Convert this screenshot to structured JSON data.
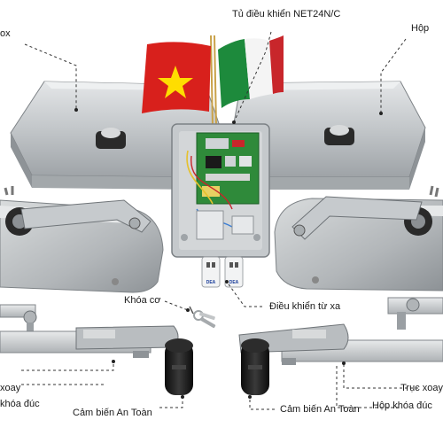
{
  "labels": {
    "controller": "Tủ điều khiển NET24N/C",
    "box_left": "ox",
    "box_right": "Hộp ",
    "manual_key": "Khóa cơ",
    "remote": "Điều khiển từ xa",
    "axis_left": "xoay",
    "lock_left": " khóa đúc",
    "axis_right": "Trục xoay",
    "lock_right": "Hộp khóa đúc",
    "sensor_left": "Cảm biến An Toàn",
    "sensor_right": "Cảm biến An Toàn"
  },
  "remote_brand": "DEA",
  "colors": {
    "vn_flag_red": "#d8201c",
    "vn_flag_star": "#ffdd00",
    "it_flag_green": "#1d8a3c",
    "it_flag_white": "#f4f4f4",
    "it_flag_red": "#c8262b",
    "steel": "#bfc3c6",
    "black_part": "#1a1a1a",
    "board_green": "#2f8a3a"
  },
  "icons": [
    "vietnam-flag",
    "italy-flag",
    "key-icon",
    "remote-control-icon",
    "safety-sensor-icon"
  ]
}
